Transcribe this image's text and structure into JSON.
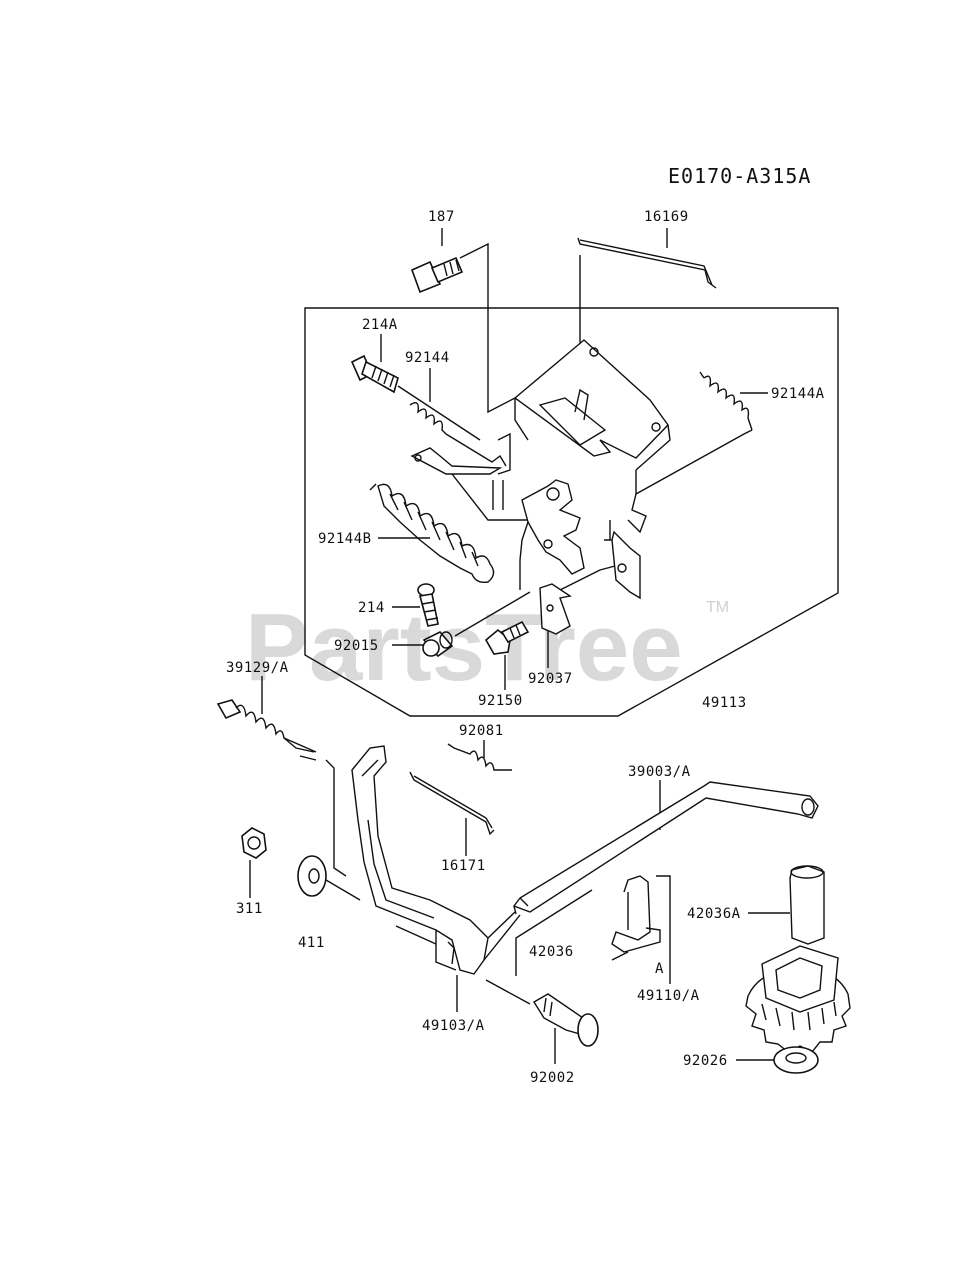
{
  "diagram_code": "E0170-A315A",
  "watermark": {
    "text": "PartsTree",
    "trademark": "TM",
    "color": "#d9d9d9"
  },
  "labels": {
    "p187": "187",
    "p16169": "16169",
    "p214A": "214A",
    "p92144": "92144",
    "p92144A": "92144A",
    "p92144B": "92144B",
    "p214": "214",
    "p92015": "92015",
    "p92150": "92150",
    "p92037": "92037",
    "p49113": "49113",
    "p39129A": "39129/A",
    "p92081": "92081",
    "p39003A": "39003/A",
    "p16171": "16171",
    "p311": "311",
    "p411": "411",
    "p42036": "42036",
    "p42036A": "42036A",
    "pA": "A",
    "p49110A": "49110/A",
    "p49103A": "49103/A",
    "p92002": "92002",
    "p92026": "92026"
  }
}
